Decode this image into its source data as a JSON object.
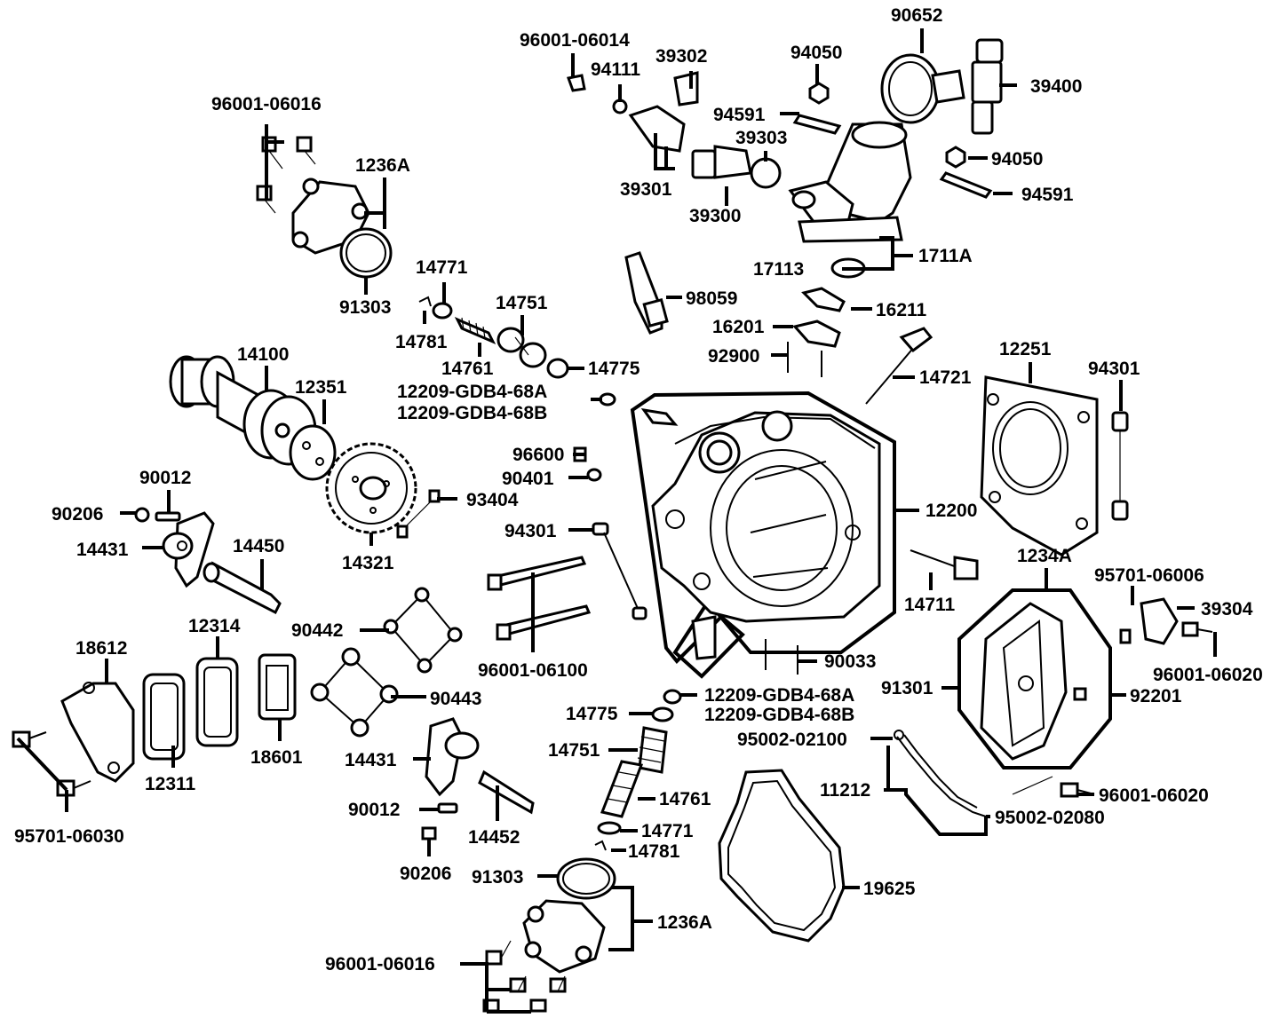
{
  "callouts": {
    "c96001_06014": "96001-06014",
    "c94111": "94111",
    "c39302": "39302",
    "c90652": "90652",
    "c94050_top": "94050",
    "c39400": "39400",
    "c96001_06016_top": "96001-06016",
    "c1236A_top": "1236A",
    "c94591_top": "94591",
    "c39303": "39303",
    "c94050_mid": "94050",
    "c39301": "39301",
    "c94591_mid": "94591",
    "c39300": "39300",
    "c1711A": "1711A",
    "c17113": "17113",
    "c14771_top": "14771",
    "c91303_top": "91303",
    "c98059": "98059",
    "c16211": "16211",
    "c14751_top": "14751",
    "c14781_top": "14781",
    "c16201": "16201",
    "c14100": "14100",
    "c92900": "92900",
    "c12251": "12251",
    "c94301_right": "94301",
    "c14761_top": "14761",
    "c14775_top": "14775",
    "c12351": "12351",
    "c14721": "14721",
    "c12209a_top": "12209-GDB4-68A",
    "c12209b_top": "12209-GDB4-68B",
    "c96600": "96600",
    "c90012_top": "90012",
    "c90401": "90401",
    "c93404": "93404",
    "c90206_top": "90206",
    "c12200": "12200",
    "c94301_mid": "94301",
    "c14431_top": "14431",
    "c14450": "14450",
    "c14321": "14321",
    "c1234A": "1234A",
    "c95701_06006": "95701-06006",
    "c14711": "14711",
    "c39304": "39304",
    "c90442": "90442",
    "c12314": "12314",
    "c18612": "18612",
    "c96001_06100": "96001-06100",
    "c90033": "90033",
    "c96001_06020_right": "96001-06020",
    "c91301": "91301",
    "c92201": "92201",
    "c90443": "90443",
    "c12209a_bot": "12209-GDB4-68A",
    "c12209b_bot": "12209-GDB4-68B",
    "c14775_bot": "14775",
    "c95002_02100": "95002-02100",
    "c14751_bot": "14751",
    "c18601": "18601",
    "c14431_bot": "14431",
    "c12311": "12311",
    "c11212": "11212",
    "c96001_06020_bot": "96001-06020",
    "c14761_bot": "14761",
    "c90012_bot": "90012",
    "c95002_02080": "95002-02080",
    "c95701_06030": "95701-06030",
    "c14771_bot": "14771",
    "c14452": "14452",
    "c14781_bot": "14781",
    "c90206_bot": "90206",
    "c91303_bot": "91303",
    "c19625": "19625",
    "c1236A_bot": "1236A",
    "c96001_06016_bot": "96001-06016"
  }
}
